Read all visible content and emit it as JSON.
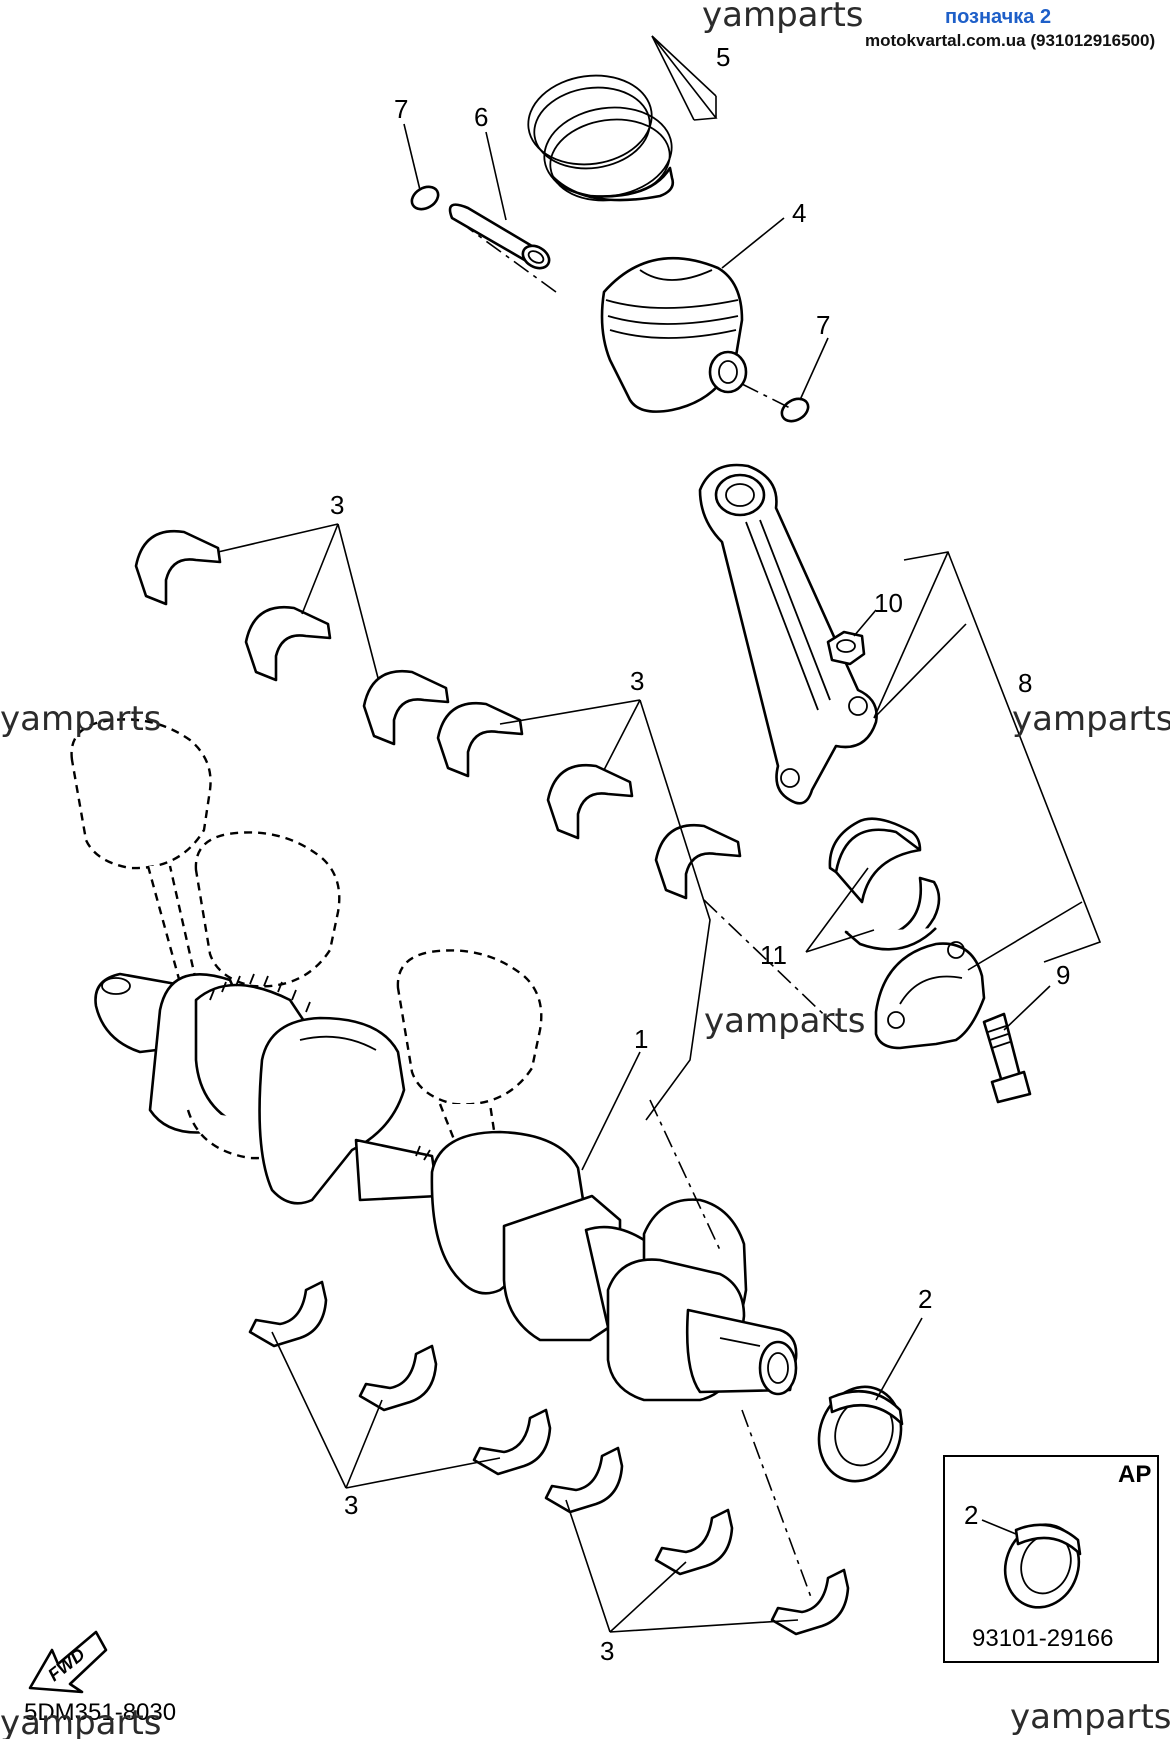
{
  "header": {
    "site_link": "позначка 2",
    "contact": "motokvartal.com.ua (931012916500)"
  },
  "watermarks": [
    "yamparts",
    "yamparts",
    "yamparts",
    "yamparts",
    "yamparts",
    "yamparts"
  ],
  "callouts": {
    "c1": "1",
    "c2": "2",
    "c3a": "3",
    "c3b": "3",
    "c3c": "3",
    "c3d": "3",
    "c4": "4",
    "c5": "5",
    "c6": "6",
    "c7a": "7",
    "c7b": "7",
    "c8": "8",
    "c9": "9",
    "c10": "10",
    "c11": "11"
  },
  "inset": {
    "label": "AP",
    "callout": "2",
    "part_number": "93101-29166"
  },
  "fwd_label": "FWD",
  "diagram_code": "5DM351-8030"
}
